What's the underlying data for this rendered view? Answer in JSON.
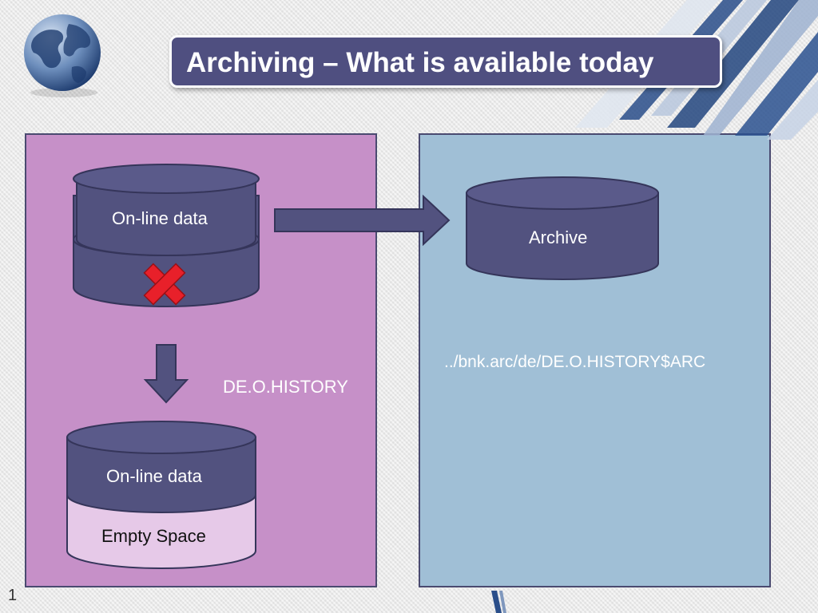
{
  "title": "Archiving – What is available today",
  "slide_number": "1",
  "left_panel": {
    "top_db_label": "On-line data",
    "table_label": "DE.O.HISTORY",
    "bottom_db_top_label": "On-line data",
    "bottom_db_bottom_label": "Empty Space"
  },
  "right_panel": {
    "archive_label": "Archive",
    "path_label": "../bnk.arc/de/DE.O.HISTORY$ARC"
  },
  "colors": {
    "title_bg": "#4f4f80",
    "left_panel": "#c690c8",
    "right_panel": "#a0bfd6",
    "db_fill": "#52527f",
    "empty_space_fill": "#e6c9e8",
    "delete_mark": "#e8202a"
  },
  "icons": [
    "globe-logo",
    "delete-x-icon",
    "right-arrow",
    "down-arrow"
  ]
}
